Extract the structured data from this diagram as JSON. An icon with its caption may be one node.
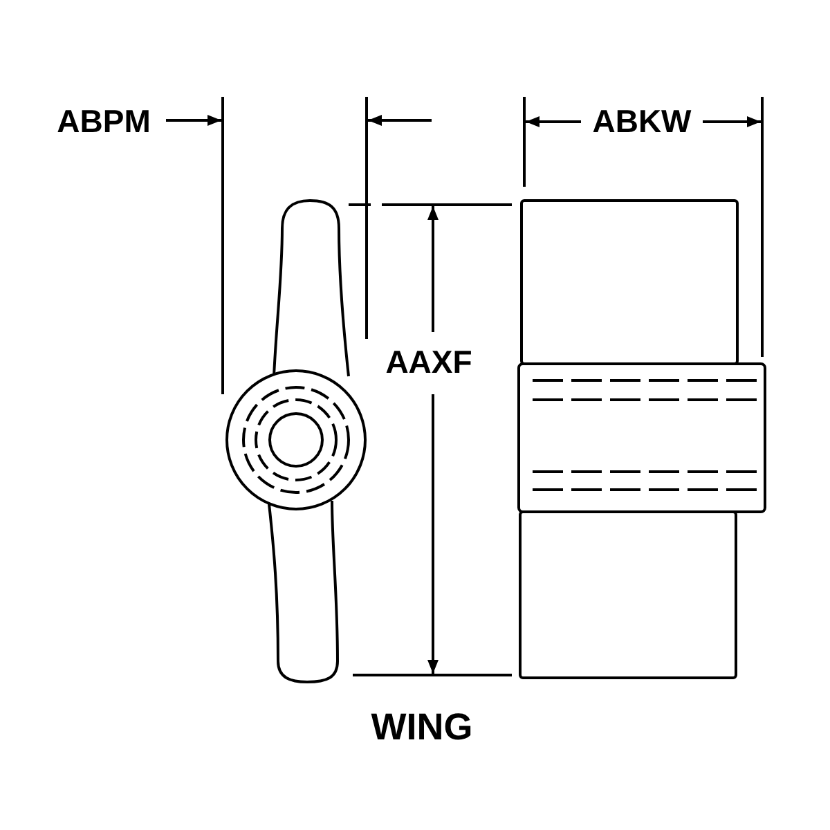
{
  "diagram": {
    "labels": [
      "ABPM",
      "ABKW",
      "AAXF",
      "WING"
    ]
  }
}
